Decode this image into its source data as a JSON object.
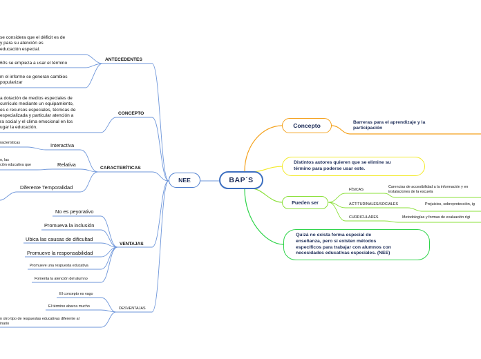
{
  "center": {
    "label": "BAP´S"
  },
  "nee": {
    "label": "NEE",
    "antecedentes": {
      "label": "ANTECEDENTES",
      "items": [
        [
          "se considera que el déficit es de",
          "y para su atención es",
          "educación especial."
        ],
        [
          "60s se empieza a usar el término"
        ],
        [
          "m el informe se generan cambios",
          "popularizar"
        ]
      ]
    },
    "concepto": {
      "label": "CONCEPTO",
      "lines": [
        "a dotación de medios especiales de",
        "currículo mediante un equipamiento,",
        "es o recursos especiales, técnicas de",
        "especializada y particular atención a",
        "ra social y el clima emocional en los",
        "ugar la educación."
      ]
    },
    "caracteristicas": {
      "label": "CARACTERÍTICAS",
      "interactiva": {
        "label": "Interactiva",
        "detail": "racterísticas"
      },
      "relativa": {
        "label": "Relativa",
        "detail": [
          "o, las",
          "ción educativa que"
        ]
      },
      "temporal": {
        "label": "Diferente Temporalidad"
      }
    },
    "ventajas": {
      "label": "VENTAJAS",
      "items": [
        "No es peyorativo",
        "Promueva la inclusión",
        "Ubica las causas de dificultad",
        "Promueve la responsabilidad",
        "Promueve una respuesta educativa",
        "Fomenta la atención del alumno"
      ]
    },
    "desventajas": {
      "label": "DESVENTAJAS",
      "items": [
        "El concepto es vago",
        "El término abarca mucho",
        [
          "n otro tipo de respuestas educativas diferente al",
          "inario"
        ]
      ]
    }
  },
  "bap": {
    "concepto": {
      "label": "Concepto",
      "detail": [
        "Barreras para el aprendizaje y la",
        "participación"
      ]
    },
    "autores": {
      "lines": [
        "Distintos autores quieren que se elimine su",
        "término para poderse usar este."
      ]
    },
    "pueden_ser": {
      "label": "Pueden ser",
      "fisicas": {
        "label": "FÍSICAS",
        "detail": [
          "Carencias de accesibilidad a la información y en",
          "instalaciones de la escuela"
        ]
      },
      "actitudinales": {
        "label": "ACTITUDINALES/SOCIALES",
        "detail": "Prejuicios, sobreprotección, ig"
      },
      "curriculares": {
        "label": "CURRICULARES",
        "detail": "Metodologías y formas de evaluación rígi"
      }
    },
    "quiza": {
      "lines": [
        "Quizá no exista forma especial de",
        "enseñanza, pero si existen métodos",
        "específicos para trabajar con alumnos con",
        "necesidades educativas especiales. (NEE)"
      ]
    }
  },
  "colors": {
    "nee": "#4f7fcf",
    "center": "#3d6fc0",
    "concepto": "#f4a11b",
    "autores": "#f3ea2a",
    "pueden": "#8be03a",
    "quiza": "#2fd44a"
  }
}
